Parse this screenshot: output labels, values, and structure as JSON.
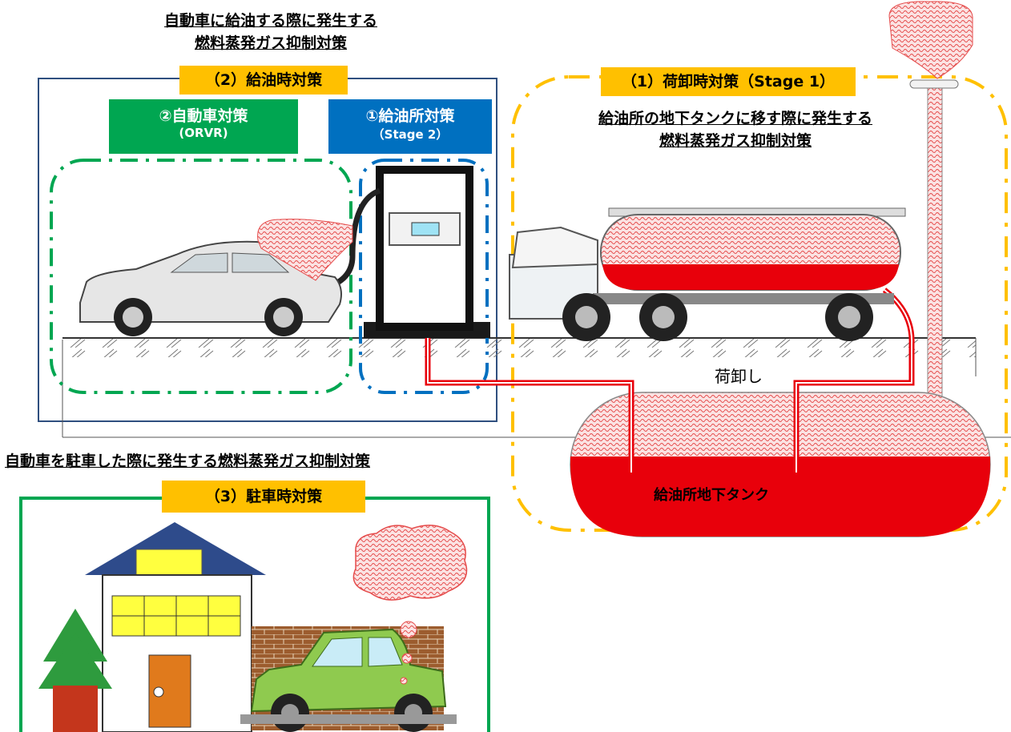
{
  "headings": {
    "refuel_line1": "自動車に給油する際に発生する",
    "refuel_line2": "燃料蒸発ガス抑制対策",
    "unload_line1": "給油所の地下タンクに移す際に発生する",
    "unload_line2": "燃料蒸発ガス抑制対策",
    "parking": "自動車を駐車した際に発生する燃料蒸発ガス抑制対策"
  },
  "labels": {
    "refuel": "（2）給油時対策",
    "car_measure": "②自動車対策",
    "car_measure_sub": "(ORVR)",
    "station_measure": "①給油所対策",
    "station_measure_sub": "（Stage 2）",
    "unload": "（1）荷卸時対策（Stage 1）",
    "parking": "（3）駐車時対策",
    "unloading": "荷卸し",
    "tank": "給油所地下タンク"
  },
  "colors": {
    "orange": "#ffc000",
    "green": "#00a651",
    "blue": "#0070c0",
    "fuel_red": "#e8000b",
    "navy_border": "#2f4f7f"
  }
}
